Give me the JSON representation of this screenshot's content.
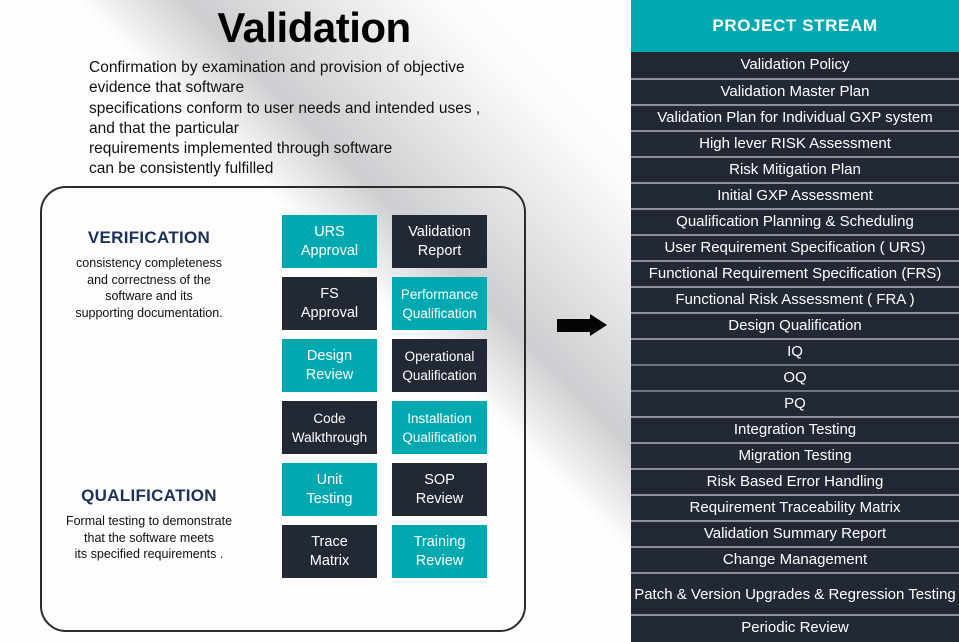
{
  "title": "Validation",
  "definition": [
    "Confirmation by examination and provision of objective",
    "evidence that software",
    "specifications conform to user needs and intended uses ,",
    "and that the particular",
    "requirements implemented through software",
    "can be consistently fulfilled"
  ],
  "verification": {
    "heading": "VERIFICATION",
    "body": [
      "consistency completeness",
      "and correctness of the",
      "software and its",
      "supporting documentation."
    ]
  },
  "qualification": {
    "heading": "QUALIFICATION",
    "body": [
      "Formal testing to demonstrate",
      "that the software meets",
      "its specified requirements ."
    ]
  },
  "process_boxes": {
    "column_left": [
      {
        "lines": [
          "URS",
          "Approval"
        ],
        "style": "teal"
      },
      {
        "lines": [
          "FS",
          "Approval"
        ],
        "style": "dark"
      },
      {
        "lines": [
          "Design",
          "Review"
        ],
        "style": "teal"
      },
      {
        "lines": [
          "Code",
          "Walkthrough"
        ],
        "style": "dark"
      },
      {
        "lines": [
          "Unit",
          "Testing"
        ],
        "style": "teal"
      },
      {
        "lines": [
          "Trace",
          "Matrix"
        ],
        "style": "dark"
      }
    ],
    "column_right": [
      {
        "lines": [
          "Validation",
          "Report"
        ],
        "style": "dark"
      },
      {
        "lines": [
          "Performance",
          "Qualification"
        ],
        "style": "teal"
      },
      {
        "lines": [
          "Operational",
          "Qualification"
        ],
        "style": "dark"
      },
      {
        "lines": [
          "Installation",
          "Qualification"
        ],
        "style": "teal"
      },
      {
        "lines": [
          "SOP",
          "Review"
        ],
        "style": "dark"
      },
      {
        "lines": [
          "Training",
          "Review"
        ],
        "style": "teal"
      }
    ]
  },
  "arrow": {
    "icon": "right-arrow-icon"
  },
  "stream": {
    "header": "PROJECT STREAM",
    "items": [
      "Validation Policy",
      "Validation Master Plan",
      "Validation Plan for Individual GXP system",
      "High lever RISK Assessment",
      "Risk Mitigation Plan",
      "Initial GXP Assessment",
      "Qualification Planning & Scheduling",
      "User Requirement Specification ( URS)",
      "Functional Requirement Specification (FRS)",
      "Functional Risk Assessment ( FRA )",
      "Design Qualification",
      "IQ",
      "OQ",
      "PQ",
      "Integration Testing",
      "Migration Testing",
      "Risk Based Error Handling",
      "Requirement Traceability Matrix",
      "Validation Summary Report",
      "Change Management",
      "Patch & Version Upgrades & Regression Testing",
      "Periodic Review"
    ]
  },
  "colors": {
    "teal": "#00a9b0",
    "dark": "#222834",
    "navy_heading": "#1b3157",
    "separator": "#8d9097"
  }
}
